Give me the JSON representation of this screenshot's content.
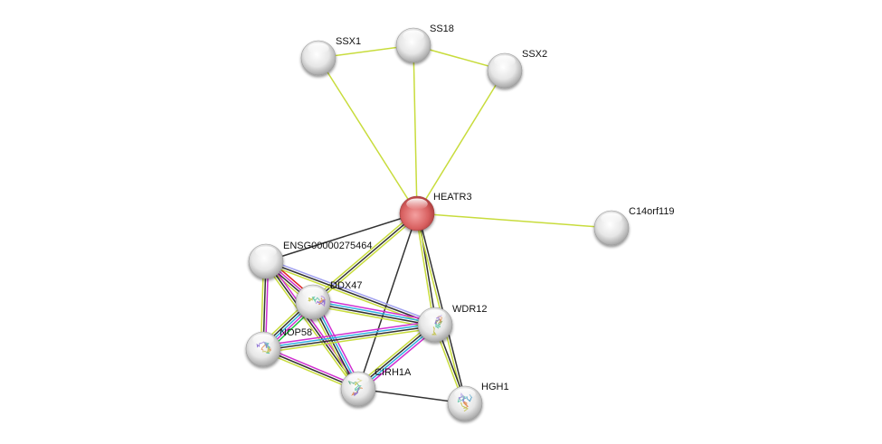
{
  "network": {
    "title": "Protein interaction network",
    "edge_colors": {
      "textmining": "#c8dc3c",
      "coexpression": "#333333",
      "experiments": "#d030d0",
      "databases": "#30b0e0",
      "homology": "#a0a0f0",
      "neighborhood": "#20c040",
      "fusion": "#e02020"
    },
    "nodes": [
      {
        "id": "SSX1",
        "label": "SSX1",
        "query": false,
        "structure": false
      },
      {
        "id": "SS18",
        "label": "SS18",
        "query": false,
        "structure": false
      },
      {
        "id": "SSX2",
        "label": "SSX2",
        "query": false,
        "structure": false
      },
      {
        "id": "HEATR3",
        "label": "HEATR3",
        "query": true,
        "structure": false
      },
      {
        "id": "C14orf119",
        "label": "C14orf119",
        "query": false,
        "structure": false
      },
      {
        "id": "ENSG00000275464",
        "label": "ENSG00000275464",
        "query": false,
        "structure": false
      },
      {
        "id": "DDX47",
        "label": "DDX47",
        "query": false,
        "structure": true,
        "structure_color": "#b080d8"
      },
      {
        "id": "NOP58",
        "label": "NOP58",
        "query": false,
        "structure": true,
        "structure_color": "#50a0c0"
      },
      {
        "id": "WDR12",
        "label": "WDR12",
        "query": false,
        "structure": true,
        "structure_color": "#80a040"
      },
      {
        "id": "CIRH1A",
        "label": "CIRH1A",
        "query": false,
        "structure": true,
        "structure_color": "#40a070"
      },
      {
        "id": "HGH1",
        "label": "HGH1",
        "query": false,
        "structure": true,
        "structure_color": "#3090c0"
      }
    ],
    "edges": [
      {
        "a": "SSX1",
        "b": "SS18",
        "types": [
          "textmining"
        ]
      },
      {
        "a": "SS18",
        "b": "SSX2",
        "types": [
          "textmining"
        ]
      },
      {
        "a": "SSX1",
        "b": "HEATR3",
        "types": [
          "textmining"
        ]
      },
      {
        "a": "SS18",
        "b": "HEATR3",
        "types": [
          "textmining"
        ]
      },
      {
        "a": "SSX2",
        "b": "HEATR3",
        "types": [
          "textmining"
        ]
      },
      {
        "a": "HEATR3",
        "b": "C14orf119",
        "types": [
          "textmining"
        ]
      },
      {
        "a": "HEATR3",
        "b": "ENSG00000275464",
        "types": [
          "coexpression"
        ]
      },
      {
        "a": "HEATR3",
        "b": "DDX47",
        "types": [
          "textmining",
          "coexpression",
          "textmining"
        ]
      },
      {
        "a": "HEATR3",
        "b": "CIRH1A",
        "types": [
          "coexpression"
        ]
      },
      {
        "a": "HEATR3",
        "b": "WDR12",
        "types": [
          "coexpression",
          "textmining"
        ]
      },
      {
        "a": "HEATR3",
        "b": "HGH1",
        "types": [
          "coexpression",
          "textmining"
        ]
      },
      {
        "a": "ENSG00000275464",
        "b": "DDX47",
        "types": [
          "fusion",
          "experiments",
          "coexpression",
          "textmining"
        ]
      },
      {
        "a": "ENSG00000275464",
        "b": "NOP58",
        "types": [
          "experiments",
          "coexpression",
          "textmining"
        ]
      },
      {
        "a": "ENSG00000275464",
        "b": "WDR12",
        "types": [
          "homology",
          "coexpression",
          "textmining"
        ]
      },
      {
        "a": "ENSG00000275464",
        "b": "CIRH1A",
        "types": [
          "experiments",
          "coexpression",
          "textmining"
        ]
      },
      {
        "a": "DDX47",
        "b": "NOP58",
        "types": [
          "neighborhood",
          "experiments",
          "databases",
          "coexpression",
          "textmining"
        ]
      },
      {
        "a": "DDX47",
        "b": "WDR12",
        "types": [
          "experiments",
          "databases",
          "coexpression",
          "textmining"
        ]
      },
      {
        "a": "DDX47",
        "b": "CIRH1A",
        "types": [
          "experiments",
          "databases",
          "coexpression",
          "textmining"
        ]
      },
      {
        "a": "NOP58",
        "b": "WDR12",
        "types": [
          "experiments",
          "databases",
          "coexpression",
          "textmining"
        ]
      },
      {
        "a": "NOP58",
        "b": "CIRH1A",
        "types": [
          "experiments",
          "coexpression",
          "textmining"
        ]
      },
      {
        "a": "WDR12",
        "b": "CIRH1A",
        "types": [
          "experiments",
          "databases",
          "coexpression",
          "textmining"
        ]
      },
      {
        "a": "WDR12",
        "b": "HGH1",
        "types": [
          "coexpression",
          "textmining"
        ]
      },
      {
        "a": "CIRH1A",
        "b": "HGH1",
        "types": [
          "coexpression"
        ]
      }
    ]
  }
}
